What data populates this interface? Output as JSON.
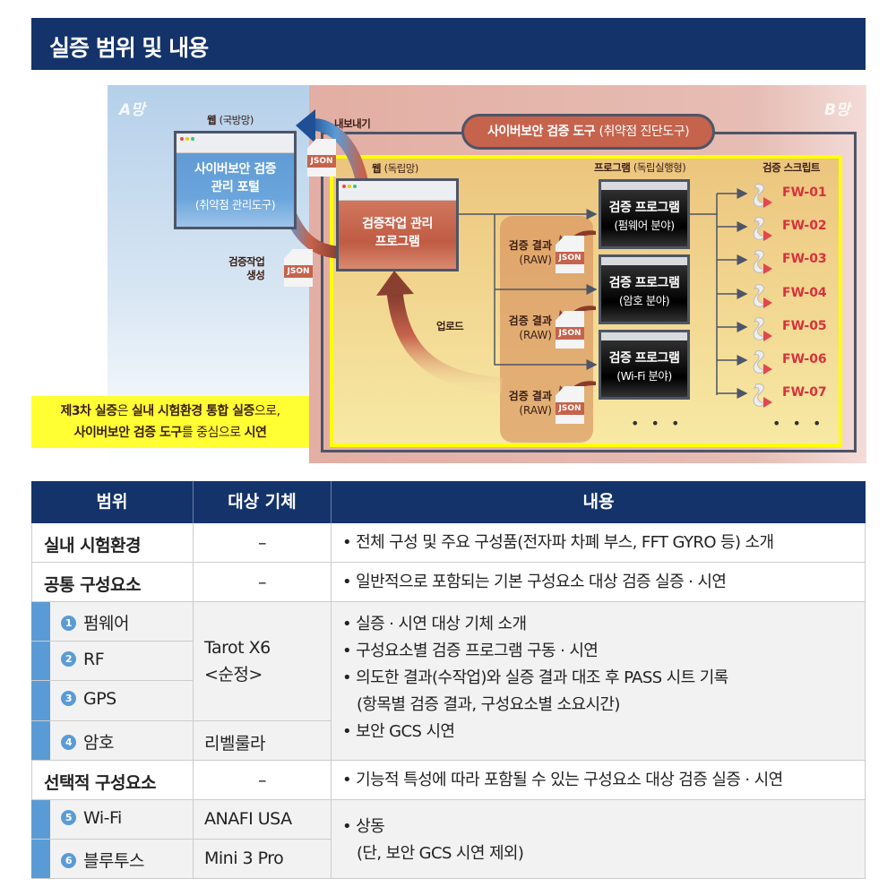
{
  "title": "실증 범위 및 내용",
  "diagram": {
    "zone_a": "A망",
    "zone_b": "B망",
    "portal": {
      "caption_bold": "웹",
      "caption": "(국방망)",
      "line1": "사이버보안 검증",
      "line2": "관리 포털",
      "sub": "(취약점 관리도구)"
    },
    "export_label": "내보내기",
    "tool": {
      "bold": "사이버보안 검증 도구",
      "normal": "(취약점 진단도구)"
    },
    "mgr": {
      "caption_bold": "웹",
      "caption": "(독립망)",
      "line1": "검증작업 관리",
      "line2": "프로그램"
    },
    "create_label_1": "검증작업",
    "create_label_2": "생성",
    "upload_label": "업로드",
    "json_label": "JSON",
    "programs_header": {
      "bold": "프로그램",
      "normal": "(독립실행형)"
    },
    "scripts_header": "검증 스크립트",
    "programs": [
      {
        "title": "검증 프로그램",
        "sub": "(펌웨어 분야)"
      },
      {
        "title": "검증 프로그램",
        "sub": "(암호 분야)"
      },
      {
        "title": "검증 프로그램",
        "sub": "(Wi-Fi 분야)"
      }
    ],
    "result": {
      "line1": "검증 결과",
      "line2": "(RAW)"
    },
    "scripts": [
      "FW-01",
      "FW-02",
      "FW-03",
      "FW-04",
      "FW-05",
      "FW-06",
      "FW-07"
    ],
    "ellipsis": "• • •",
    "note": {
      "p1": "제3차 실증",
      "p2": "은 ",
      "p3": "실내 시험환경 통합 실증",
      "p4": "으로,",
      "p5": "사이버보안 검증 도구",
      "p6": "를 중심으로 ",
      "p7": "시연"
    },
    "colors": {
      "navy": "#14336a",
      "accent_red": "#c6634c",
      "fw_red": "#d6323d",
      "highlight": "#ffff00"
    }
  },
  "table": {
    "headers": [
      "범위",
      "대상 기체",
      "내용"
    ],
    "rows": {
      "indoor": {
        "scope": "실내 시험환경",
        "target": "–",
        "content": "전체 구성 및 주요 구성품(전자파 차폐 부스, FFT GYRO 등) 소개"
      },
      "common": {
        "scope": "공통 구성요소",
        "target": "–",
        "content": "일반적으로 포함되는 기본 구성요소 대상 검증 실증 · 시연"
      },
      "items": [
        {
          "n": "1",
          "label": "펌웨어"
        },
        {
          "n": "2",
          "label": "RF"
        },
        {
          "n": "3",
          "label": "GPS"
        },
        {
          "n": "4",
          "label": "암호"
        }
      ],
      "target_tarot_1": "Tarot X6",
      "target_tarot_2": "<순정>",
      "target_rebel": "리벨룰라",
      "common_content": [
        "실증 · 시연 대상 기체 소개",
        "구성요소별 검증 프로그램 구동 · 시연",
        "의도한 결과(수작업)와 실증 결과 대조 후 PASS 시트 기록",
        "(항목별 검증 결과, 구성요소별 소요시간)",
        "보안 GCS 시연"
      ],
      "optional": {
        "scope": "선택적 구성요소",
        "target": "–",
        "content": "기능적 특성에 따라 포함될 수 있는 구성요소 대상 검증 실증 · 시연"
      },
      "opt_items": [
        {
          "n": "5",
          "label": "Wi-Fi",
          "target": "ANAFI USA"
        },
        {
          "n": "6",
          "label": "블루투스",
          "target": "Mini 3 Pro"
        }
      ],
      "opt_content_1": "상동",
      "opt_content_2": "(단, 보안 GCS 시연 제외)"
    }
  }
}
